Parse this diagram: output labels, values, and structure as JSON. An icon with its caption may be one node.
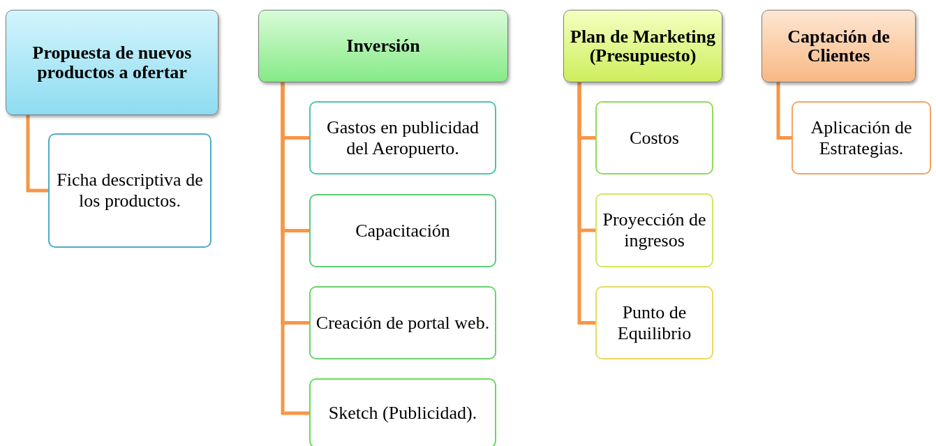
{
  "diagram": {
    "nodes": [
      {
        "text": [
          "Propuesta de nuevos productos a ofertar"
        ]
      },
      {
        "text": [
          "Ficha descriptiva de los productos."
        ]
      },
      {
        "text": [
          "Inversión"
        ]
      },
      {
        "text": [
          "Gastos en publicidad del Aeropuerto."
        ]
      },
      {
        "text": [
          "Capacitación"
        ]
      },
      {
        "text": [
          "Creación de portal web."
        ]
      },
      {
        "text": [
          "Sketch (Publicidad)."
        ]
      },
      {
        "text": [
          "Plan de Marketing (Presupuesto)"
        ]
      },
      {
        "text": [
          "Costos"
        ]
      },
      {
        "text": [
          "Proyección de ingresos"
        ]
      },
      {
        "text": [
          "Punto de Equilibrio"
        ]
      },
      {
        "text": [
          "Captación de Clientes"
        ]
      },
      {
        "text": [
          "Aplicación de Estrategias."
        ]
      }
    ],
    "edges": [
      {
        "from": 0,
        "to": 1,
        "arrow": "none"
      },
      {
        "from": 2,
        "to": 3,
        "arrow": "none"
      },
      {
        "from": 2,
        "to": 4,
        "arrow": "none"
      },
      {
        "from": 2,
        "to": 5,
        "arrow": "none"
      },
      {
        "from": 2,
        "to": 6,
        "arrow": "none"
      },
      {
        "from": 7,
        "to": 8,
        "arrow": "none"
      },
      {
        "from": 7,
        "to": 9,
        "arrow": "none"
      },
      {
        "from": 7,
        "to": 10,
        "arrow": "none"
      },
      {
        "from": 11,
        "to": 12,
        "arrow": "none"
      }
    ]
  }
}
